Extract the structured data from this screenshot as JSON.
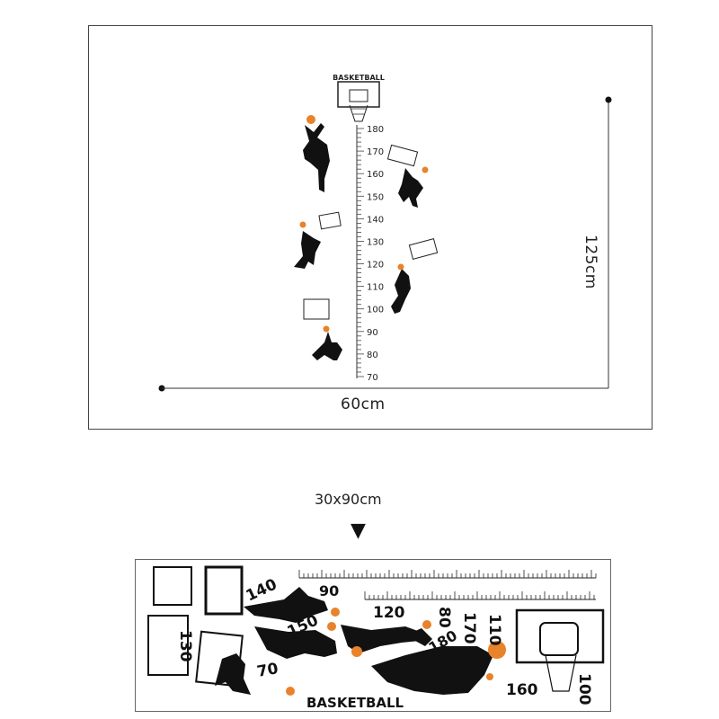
{
  "top": {
    "board_title": "BASKETBALL",
    "ruler_ticks": [
      "180",
      "170",
      "160",
      "150",
      "140",
      "130",
      "120",
      "110",
      "100",
      "90",
      "80",
      "70"
    ],
    "width_label": "60cm",
    "height_label": "125cm"
  },
  "size_label": "30x90cm",
  "arrow": "▼",
  "sheet": {
    "title": "BASKETBALL",
    "numbers": [
      "140",
      "90",
      "150",
      "120",
      "80",
      "170",
      "110",
      "180",
      "130",
      "70",
      "160",
      "100"
    ]
  },
  "colors": {
    "silhouette": "#111111",
    "ball": "#e8822b",
    "frame": "#333333"
  }
}
